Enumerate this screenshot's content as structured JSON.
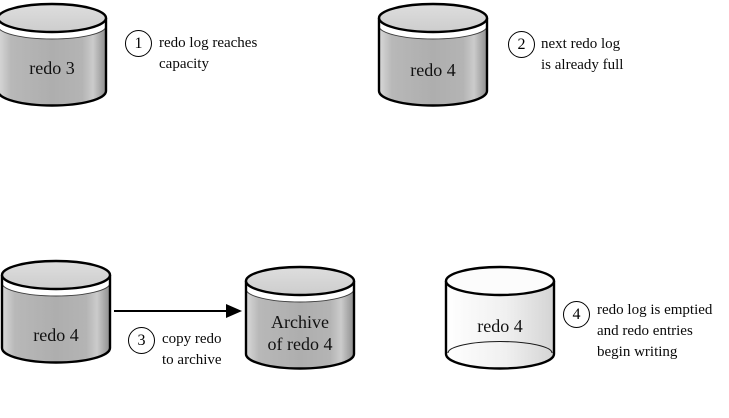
{
  "figure": {
    "background": "#ffffff",
    "outline_color": "#000000",
    "full_body_color": "#b2b2b2",
    "full_top_color": "#d4d4d4",
    "empty_body_color": "#f4f4f4"
  },
  "cylinders": {
    "redo3": {
      "label": "redo 3",
      "state": "full"
    },
    "redo4_full_top": {
      "label": "redo 4",
      "state": "full"
    },
    "redo4_full_bottom": {
      "label": "redo 4",
      "state": "full"
    },
    "archive_of_redo4": {
      "label": "Archive\nof redo 4",
      "state": "full"
    },
    "redo4_empty": {
      "label": "redo 4",
      "state": "empty"
    }
  },
  "steps": [
    {
      "number": "1",
      "caption": "redo log reaches\ncapacity"
    },
    {
      "number": "2",
      "caption": "next redo log\nis already full"
    },
    {
      "number": "3",
      "caption": "copy redo\nto archive"
    },
    {
      "number": "4",
      "caption": "redo log is emptied\nand redo entries\nbegin writing"
    }
  ]
}
